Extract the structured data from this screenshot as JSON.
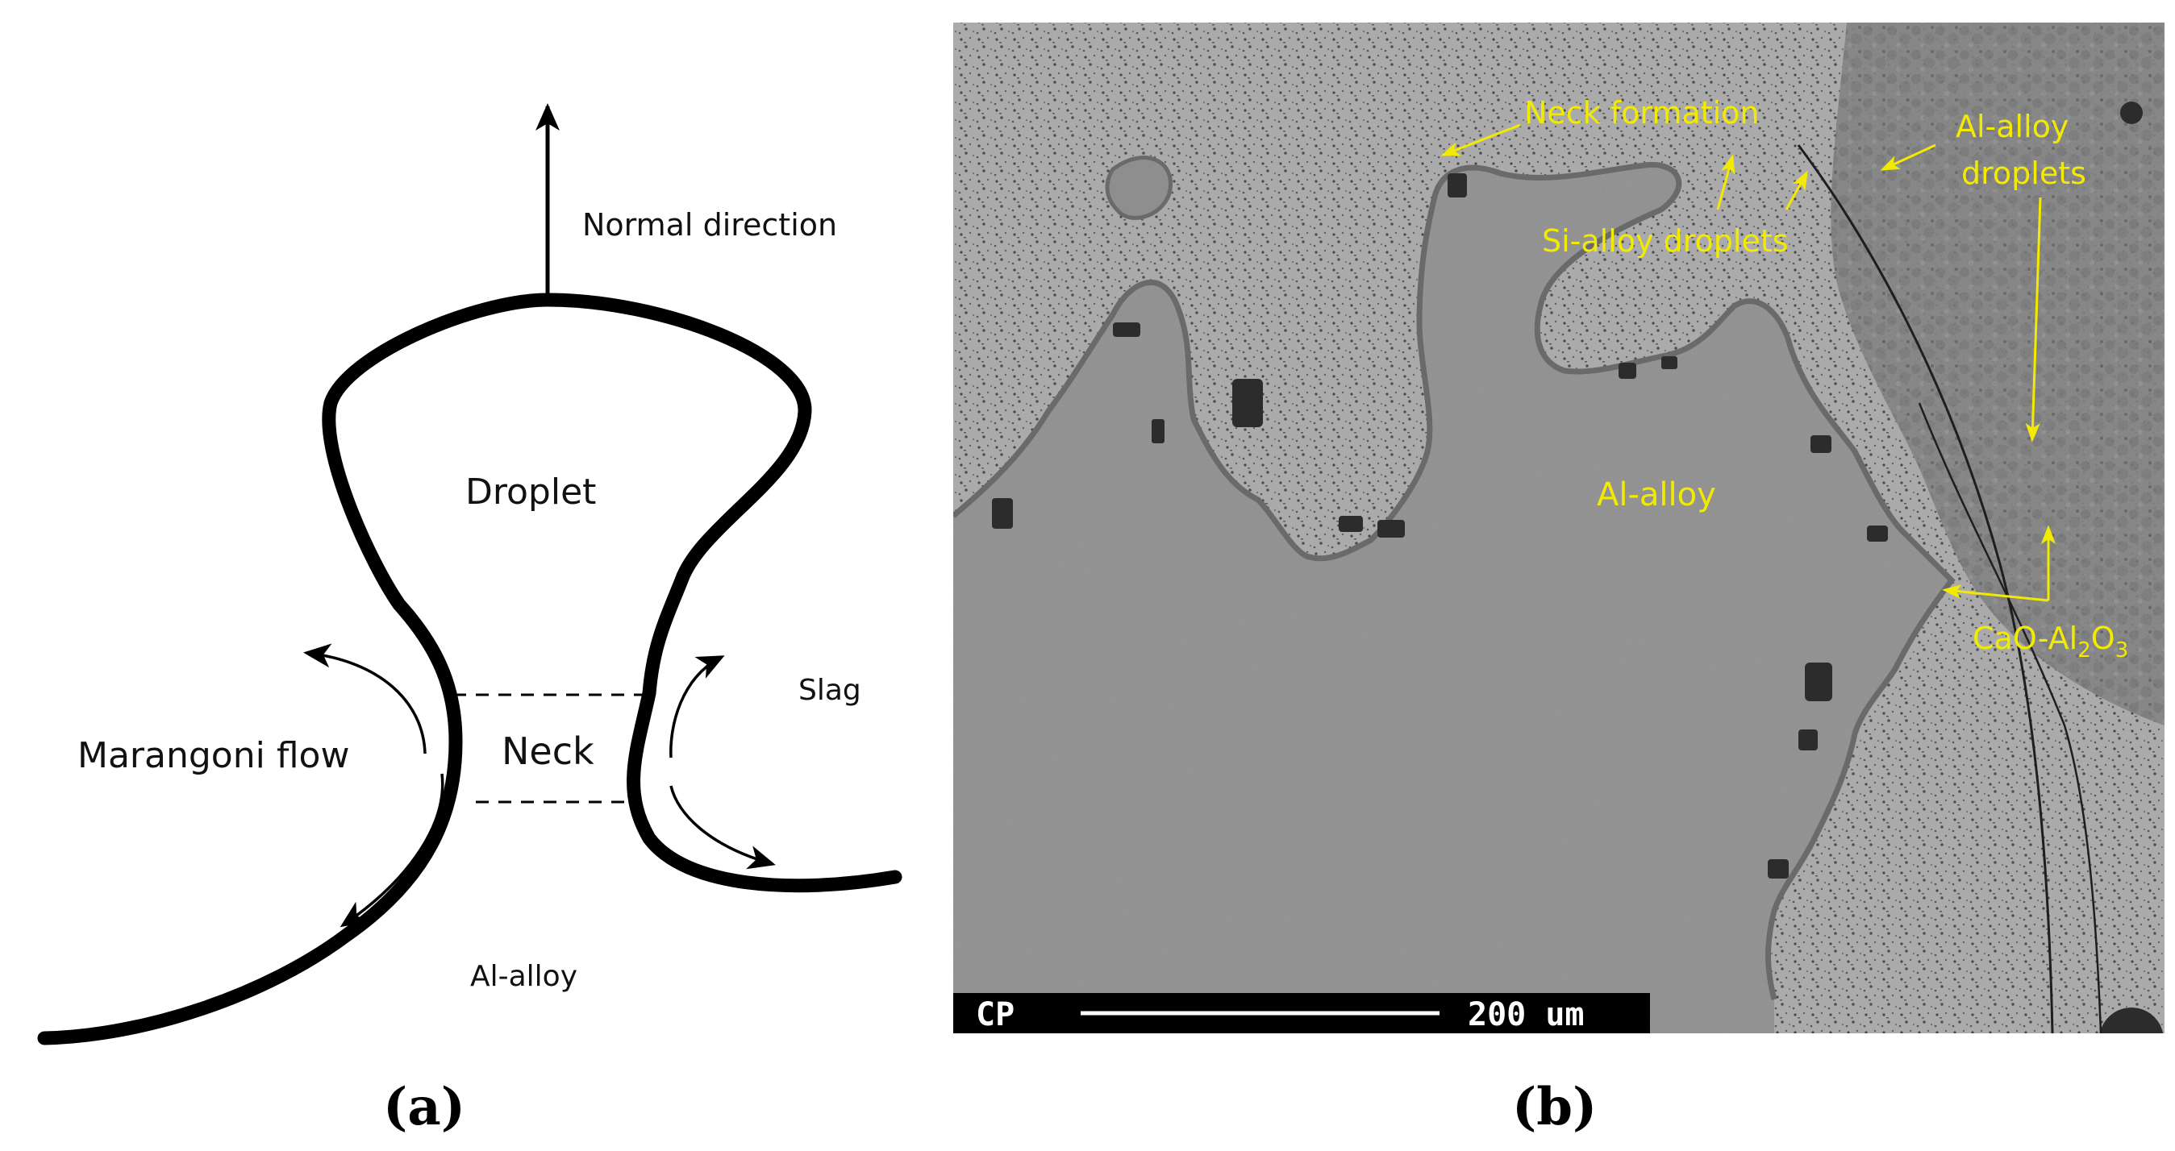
{
  "panel_a": {
    "caption": "(a)",
    "labels": {
      "normal_direction": "Normal direction",
      "droplet": "Droplet",
      "slag": "Slag",
      "marangoni_flow": "Marangoni flow",
      "neck": "Neck",
      "al_alloy": "Al-alloy"
    }
  },
  "panel_b": {
    "caption": "(b)",
    "annotations": {
      "neck_formation": "Neck formation",
      "al_alloy_droplets_line1": "Al-alloy",
      "al_alloy_droplets_line2": "droplets",
      "si_alloy_droplets": "Si-alloy droplets",
      "al_alloy": "Al-alloy",
      "cao_al2o3": "CaO-Al",
      "cao_sub2": "2",
      "cao_o": "O",
      "cao_sub3": "3"
    },
    "scalebar": {
      "mode": "CP",
      "value": "200 um"
    },
    "colors": {
      "annotation": "#f2ea00",
      "matrix": "#8c8c8c",
      "slag": "#a5a5a5"
    }
  }
}
